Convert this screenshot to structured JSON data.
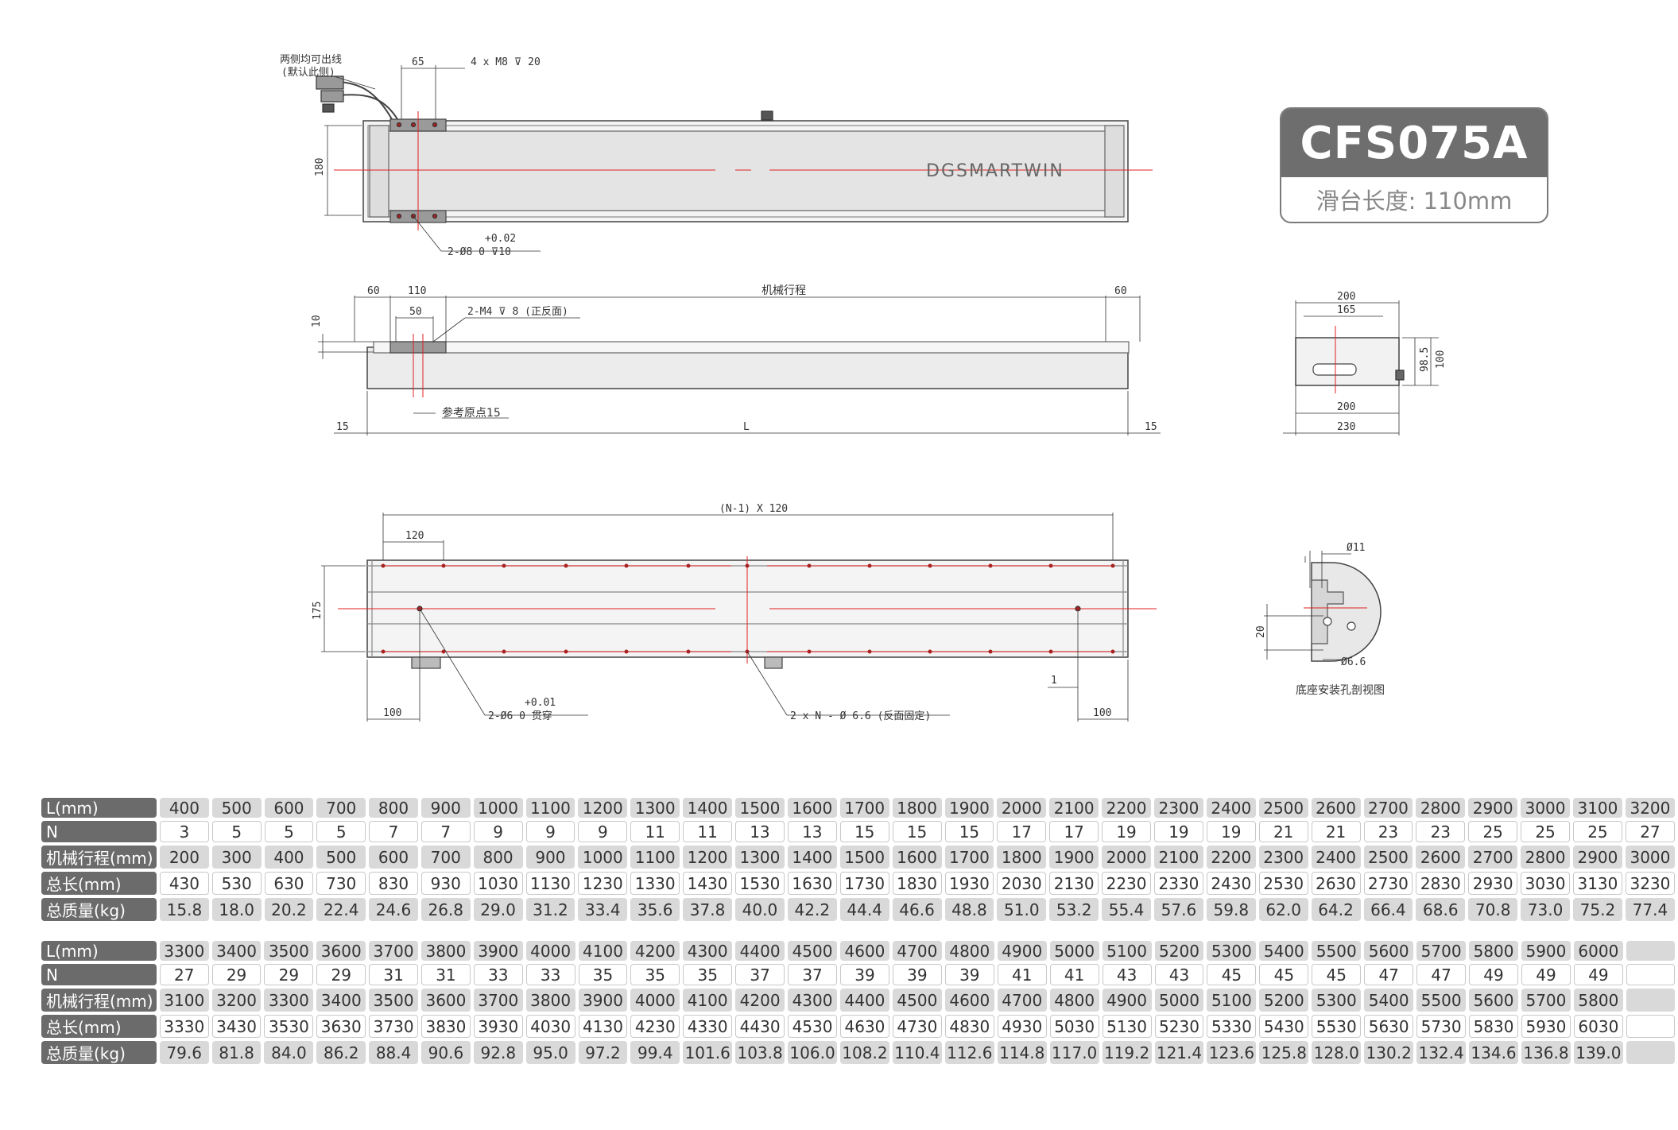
{
  "product": {
    "model": "CFS075A",
    "slide_length": "滑台长度: 110mm"
  },
  "drawing": {
    "brand": "DGSMARTWIN",
    "top_view": {
      "cable_note_1": "两侧均可出线",
      "cable_note_2": "(默认此侧)",
      "dim_65": "65",
      "mount_holes": "4 x M8 ⊽ 20",
      "dim_180": "180",
      "pin_tol": "+0.02",
      "pin_holes": "2-Ø8  0   ⊽10"
    },
    "side_view": {
      "dim_60_left": "60",
      "dim_110": "110",
      "stroke_label": "机械行程",
      "dim_60_right": "60",
      "dim_10": "10",
      "dim_50": "50",
      "tapped_holes": "2-M4 ⊽ 8 (正反面)",
      "origin_note": "参考原点15",
      "dim_15_left": "15",
      "dim_L": "L",
      "dim_15_right": "15"
    },
    "end_view": {
      "dim_200_top": "200",
      "dim_165": "165",
      "dim_98_5": "98.5",
      "dim_100": "100",
      "dim_200_bottom": "200",
      "dim_230": "230"
    },
    "bottom_view": {
      "pitch_formula": "(N-1) X 120",
      "dim_120": "120",
      "dim_175": "175",
      "pin_tol": "+0.01",
      "pin_holes": "2-Ø6  0     贯穿",
      "fix_holes": "2 x N - Ø 6.6 (反面固定)",
      "dim_1": "1",
      "dim_100_left": "100",
      "dim_100_right": "100"
    },
    "section_view": {
      "dim_11": "Ø11",
      "dim_20": "20",
      "dim_6_6": "Ø6.6",
      "caption": "底座安装孔剖视图"
    }
  },
  "spec_table_1": {
    "L_label": "L(mm)",
    "N_label": "N",
    "stroke_label": "机械行程(mm)",
    "total_label": "总长(mm)",
    "mass_label": "总质量(kg)",
    "L": [
      "400",
      "500",
      "600",
      "700",
      "800",
      "900",
      "1000",
      "1100",
      "1200",
      "1300",
      "1400",
      "1500",
      "1600",
      "1700",
      "1800",
      "1900",
      "2000",
      "2100",
      "2200",
      "2300",
      "2400",
      "2500",
      "2600",
      "2700",
      "2800",
      "2900",
      "3000",
      "3100",
      "3200"
    ],
    "N": [
      "3",
      "5",
      "5",
      "5",
      "7",
      "7",
      "9",
      "9",
      "9",
      "11",
      "11",
      "13",
      "13",
      "15",
      "15",
      "15",
      "17",
      "17",
      "19",
      "19",
      "19",
      "21",
      "21",
      "23",
      "23",
      "25",
      "25",
      "25",
      "27"
    ],
    "stroke": [
      "200",
      "300",
      "400",
      "500",
      "600",
      "700",
      "800",
      "900",
      "1000",
      "1100",
      "1200",
      "1300",
      "1400",
      "1500",
      "1600",
      "1700",
      "1800",
      "1900",
      "2000",
      "2100",
      "2200",
      "2300",
      "2400",
      "2500",
      "2600",
      "2700",
      "2800",
      "2900",
      "3000"
    ],
    "total": [
      "430",
      "530",
      "630",
      "730",
      "830",
      "930",
      "1030",
      "1130",
      "1230",
      "1330",
      "1430",
      "1530",
      "1630",
      "1730",
      "1830",
      "1930",
      "2030",
      "2130",
      "2230",
      "2330",
      "2430",
      "2530",
      "2630",
      "2730",
      "2830",
      "2930",
      "3030",
      "3130",
      "3230"
    ],
    "mass": [
      "15.8",
      "18.0",
      "20.2",
      "22.4",
      "24.6",
      "26.8",
      "29.0",
      "31.2",
      "33.4",
      "35.6",
      "37.8",
      "40.0",
      "42.2",
      "44.4",
      "46.6",
      "48.8",
      "51.0",
      "53.2",
      "55.4",
      "57.6",
      "59.8",
      "62.0",
      "64.2",
      "66.4",
      "68.6",
      "70.8",
      "73.0",
      "75.2",
      "77.4"
    ]
  },
  "spec_table_2": {
    "L_label": "L(mm)",
    "N_label": "N",
    "stroke_label": "机械行程(mm)",
    "total_label": "总长(mm)",
    "mass_label": "总质量(kg)",
    "L": [
      "3300",
      "3400",
      "3500",
      "3600",
      "3700",
      "3800",
      "3900",
      "4000",
      "4100",
      "4200",
      "4300",
      "4400",
      "4500",
      "4600",
      "4700",
      "4800",
      "4900",
      "5000",
      "5100",
      "5200",
      "5300",
      "5400",
      "5500",
      "5600",
      "5700",
      "5800",
      "5900",
      "6000",
      ""
    ],
    "N": [
      "27",
      "29",
      "29",
      "29",
      "31",
      "31",
      "33",
      "33",
      "35",
      "35",
      "35",
      "37",
      "37",
      "39",
      "39",
      "39",
      "41",
      "41",
      "43",
      "43",
      "45",
      "45",
      "45",
      "47",
      "47",
      "49",
      "49",
      "49",
      ""
    ],
    "stroke": [
      "3100",
      "3200",
      "3300",
      "3400",
      "3500",
      "3600",
      "3700",
      "3800",
      "3900",
      "4000",
      "4100",
      "4200",
      "4300",
      "4400",
      "4500",
      "4600",
      "4700",
      "4800",
      "4900",
      "5000",
      "5100",
      "5200",
      "5300",
      "5400",
      "5500",
      "5600",
      "5700",
      "5800",
      ""
    ],
    "total": [
      "3330",
      "3430",
      "3530",
      "3630",
      "3730",
      "3830",
      "3930",
      "4030",
      "4130",
      "4230",
      "4330",
      "4430",
      "4530",
      "4630",
      "4730",
      "4830",
      "4930",
      "5030",
      "5130",
      "5230",
      "5330",
      "5430",
      "5530",
      "5630",
      "5730",
      "5830",
      "5930",
      "6030",
      ""
    ],
    "mass": [
      "79.6",
      "81.8",
      "84.0",
      "86.2",
      "88.4",
      "90.6",
      "92.8",
      "95.0",
      "97.2",
      "99.4",
      "101.6",
      "103.8",
      "106.0",
      "108.2",
      "110.4",
      "112.6",
      "114.8",
      "117.0",
      "119.2",
      "121.4",
      "123.6",
      "125.8",
      "128.0",
      "130.2",
      "132.4",
      "134.6",
      "136.8",
      "139.0",
      ""
    ]
  }
}
